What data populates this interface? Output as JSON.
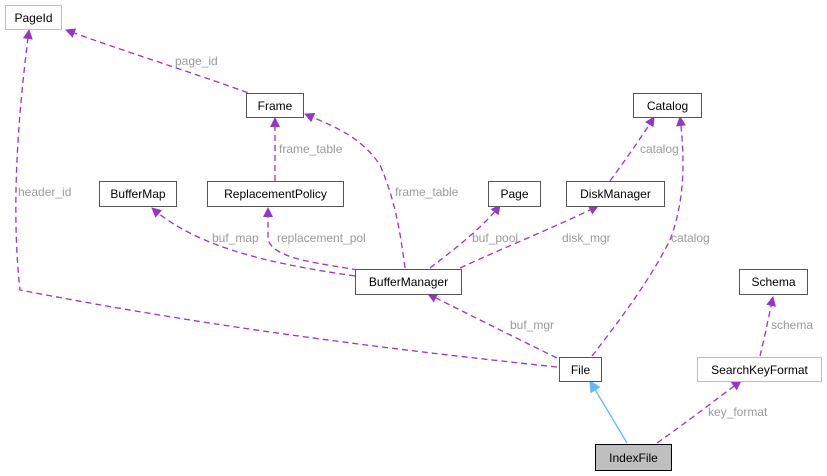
{
  "diagram": {
    "nodes": {
      "pageid": "PageId",
      "frame": "Frame",
      "catalog": "Catalog",
      "buffermap": "BufferMap",
      "replacementpolicy": "ReplacementPolicy",
      "page": "Page",
      "diskmanager": "DiskManager",
      "buffermanager": "BufferManager",
      "schema": "Schema",
      "file": "File",
      "searchkeyformat": "SearchKeyFormat",
      "indexfile": "IndexFile"
    },
    "edges": {
      "page_id": "page_id",
      "frame_table_rp": "frame_table",
      "catalog_dm": "catalog",
      "header_id": "header_id",
      "frame_table_bm": "frame_table",
      "catalog_file": "catalog",
      "buf_map": "buf_map",
      "replacement_pol": "replacement_pol",
      "buf_pool": "buf_pool",
      "disk_mgr": "disk_mgr",
      "schema": "schema",
      "buf_mgr": "buf_mgr",
      "key_format": "key_format"
    }
  },
  "colors": {
    "dependency_edge": "#9a32cd",
    "inheritance_edge": "#63b8ff",
    "edge_label": "#9a9a9a",
    "active_node_fill": "#bfbfbf"
  }
}
